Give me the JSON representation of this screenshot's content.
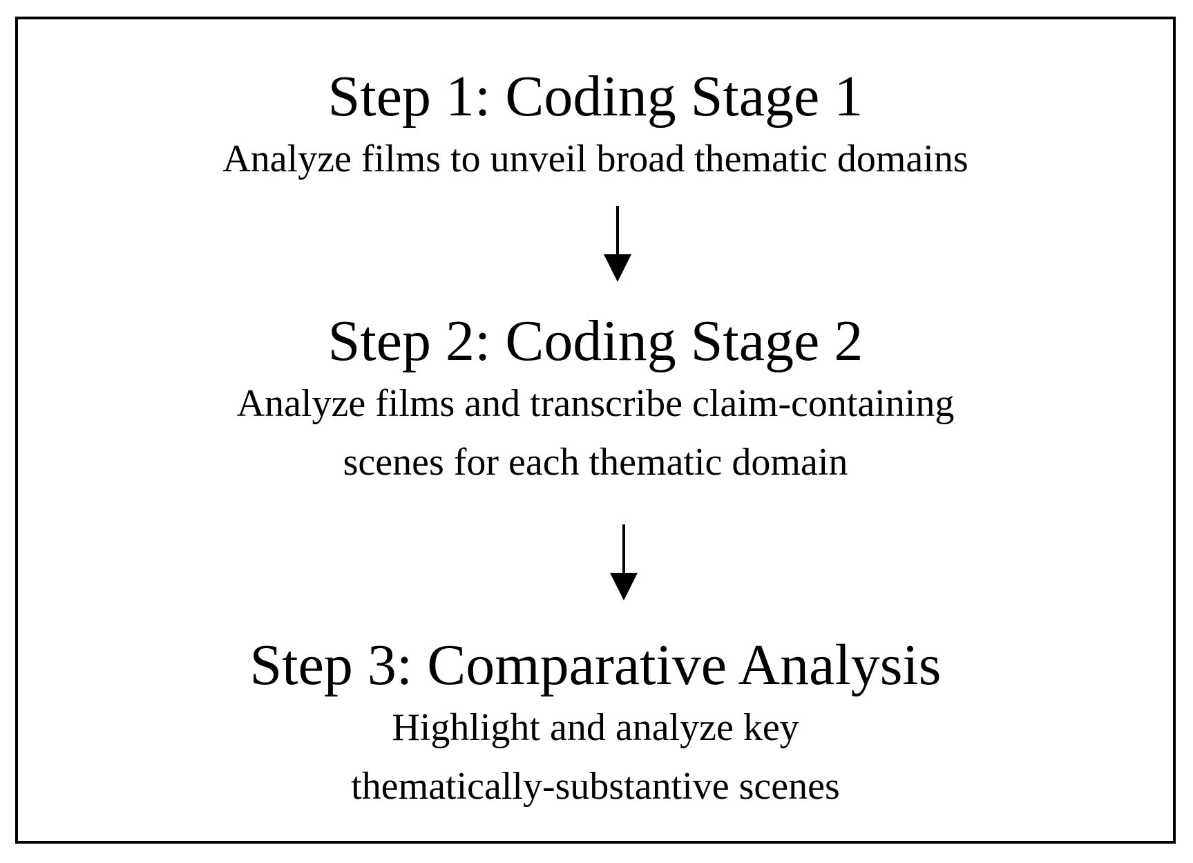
{
  "steps": [
    {
      "title": "Step 1: Coding Stage 1",
      "description_lines": [
        "Analyze films to unveil broad thematic domains"
      ]
    },
    {
      "title": "Step 2: Coding Stage 2",
      "description_lines": [
        "Analyze films and transcribe claim-containing",
        "scenes for each thematic domain"
      ]
    },
    {
      "title": "Step 3: Comparative Analysis",
      "description_lines": [
        "Highlight and analyze key",
        "thematically-substantive scenes"
      ]
    }
  ],
  "colors": {
    "ink": "#000000",
    "background": "#ffffff"
  }
}
